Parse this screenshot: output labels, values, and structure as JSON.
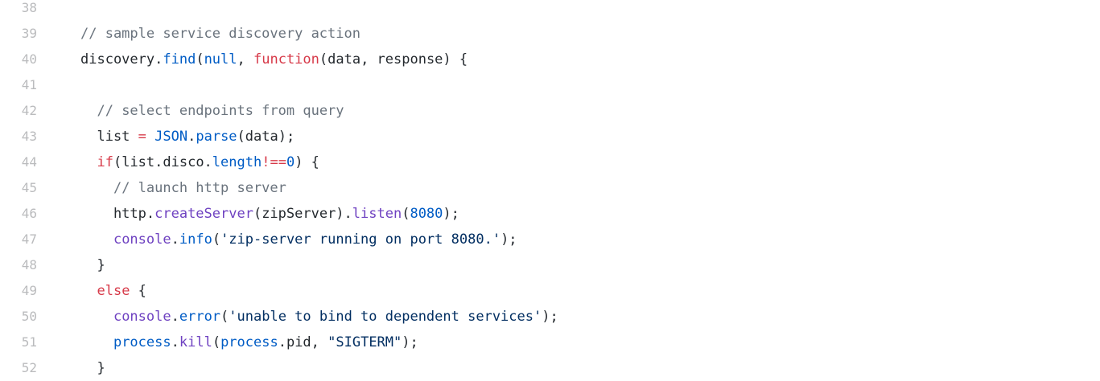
{
  "code_view": {
    "lines": [
      {
        "number": "38",
        "tokens": []
      },
      {
        "number": "39",
        "tokens": [
          {
            "type": "comment",
            "text": "// sample service discovery action"
          }
        ]
      },
      {
        "number": "40",
        "tokens": [
          {
            "type": "plain",
            "text": "discovery."
          },
          {
            "type": "prop",
            "text": "find"
          },
          {
            "type": "plain",
            "text": "("
          },
          {
            "type": "const",
            "text": "null"
          },
          {
            "type": "plain",
            "text": ", "
          },
          {
            "type": "keyword",
            "text": "function"
          },
          {
            "type": "plain",
            "text": "(data, response) {"
          }
        ]
      },
      {
        "number": "41",
        "tokens": []
      },
      {
        "number": "42",
        "tokens": [
          {
            "type": "plain",
            "text": "  "
          },
          {
            "type": "comment",
            "text": "// select endpoints from query"
          }
        ]
      },
      {
        "number": "43",
        "tokens": [
          {
            "type": "plain",
            "text": "  list "
          },
          {
            "type": "op",
            "text": "="
          },
          {
            "type": "plain",
            "text": " "
          },
          {
            "type": "const",
            "text": "JSON"
          },
          {
            "type": "plain",
            "text": "."
          },
          {
            "type": "prop",
            "text": "parse"
          },
          {
            "type": "plain",
            "text": "(data);"
          }
        ]
      },
      {
        "number": "44",
        "tokens": [
          {
            "type": "plain",
            "text": "  "
          },
          {
            "type": "keyword",
            "text": "if"
          },
          {
            "type": "plain",
            "text": "(list.disco."
          },
          {
            "type": "prop",
            "text": "length"
          },
          {
            "type": "op",
            "text": "!=="
          },
          {
            "type": "number",
            "text": "0"
          },
          {
            "type": "plain",
            "text": ") {"
          }
        ]
      },
      {
        "number": "45",
        "tokens": [
          {
            "type": "plain",
            "text": "    "
          },
          {
            "type": "comment",
            "text": "// launch http server"
          }
        ]
      },
      {
        "number": "46",
        "tokens": [
          {
            "type": "plain",
            "text": "    http."
          },
          {
            "type": "func",
            "text": "createServer"
          },
          {
            "type": "plain",
            "text": "(zipServer)."
          },
          {
            "type": "func",
            "text": "listen"
          },
          {
            "type": "plain",
            "text": "("
          },
          {
            "type": "number",
            "text": "8080"
          },
          {
            "type": "plain",
            "text": ");"
          }
        ]
      },
      {
        "number": "47",
        "tokens": [
          {
            "type": "plain",
            "text": "    "
          },
          {
            "type": "func",
            "text": "console"
          },
          {
            "type": "plain",
            "text": "."
          },
          {
            "type": "prop",
            "text": "info"
          },
          {
            "type": "plain",
            "text": "("
          },
          {
            "type": "string",
            "text": "'zip-server running on port 8080.'"
          },
          {
            "type": "plain",
            "text": ");"
          }
        ]
      },
      {
        "number": "48",
        "tokens": [
          {
            "type": "plain",
            "text": "  }"
          }
        ]
      },
      {
        "number": "49",
        "tokens": [
          {
            "type": "plain",
            "text": "  "
          },
          {
            "type": "keyword",
            "text": "else"
          },
          {
            "type": "plain",
            "text": " {"
          }
        ]
      },
      {
        "number": "50",
        "tokens": [
          {
            "type": "plain",
            "text": "    "
          },
          {
            "type": "func",
            "text": "console"
          },
          {
            "type": "plain",
            "text": "."
          },
          {
            "type": "prop",
            "text": "error"
          },
          {
            "type": "plain",
            "text": "("
          },
          {
            "type": "string",
            "text": "'unable to bind to dependent services'"
          },
          {
            "type": "plain",
            "text": ");"
          }
        ]
      },
      {
        "number": "51",
        "tokens": [
          {
            "type": "plain",
            "text": "    "
          },
          {
            "type": "prop",
            "text": "process"
          },
          {
            "type": "plain",
            "text": "."
          },
          {
            "type": "func",
            "text": "kill"
          },
          {
            "type": "plain",
            "text": "("
          },
          {
            "type": "prop",
            "text": "process"
          },
          {
            "type": "plain",
            "text": ".pid, "
          },
          {
            "type": "string",
            "text": "\"SIGTERM\""
          },
          {
            "type": "plain",
            "text": ");"
          }
        ]
      },
      {
        "number": "52",
        "tokens": [
          {
            "type": "plain",
            "text": "  }"
          }
        ]
      }
    ]
  },
  "colors": {
    "background": "#ffffff",
    "line_number": "#babbbd",
    "plain": "#24292e",
    "comment": "#6a737d",
    "keyword": "#d73a49",
    "function": "#6f42c1",
    "constant": "#005cc5",
    "string": "#032f62"
  }
}
